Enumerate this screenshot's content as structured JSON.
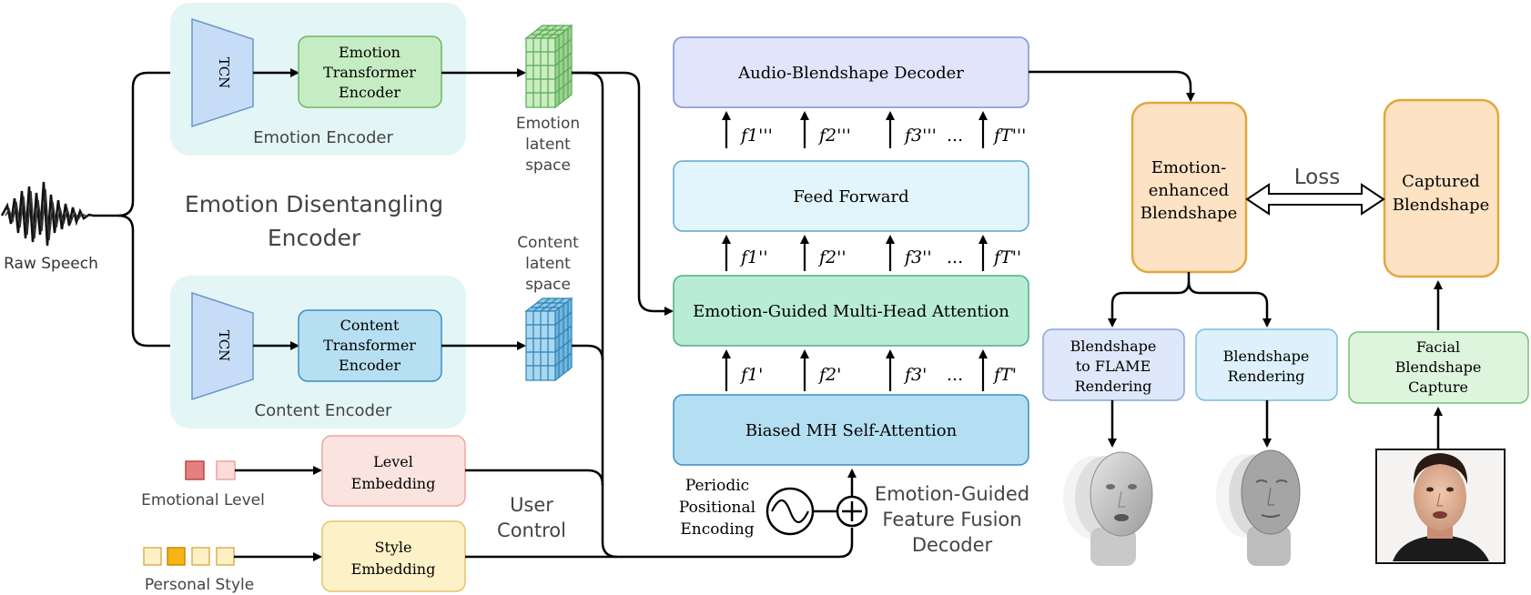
{
  "raw_speech": "Raw Speech",
  "emotion_encoder": {
    "tcn": "TCN",
    "transformer": [
      "Emotion",
      "Transformer",
      "Encoder"
    ],
    "title": "Emotion Encoder",
    "latent": [
      "Emotion",
      "latent",
      "space"
    ]
  },
  "content_encoder": {
    "tcn": "TCN",
    "transformer": [
      "Content",
      "Transformer",
      "Encoder"
    ],
    "title": "Content Encoder",
    "latent": [
      "Content",
      "latent",
      "space"
    ]
  },
  "disentangling_title": [
    "Emotion Disentangling",
    "Encoder"
  ],
  "level_embedding": [
    "Level",
    "Embedding"
  ],
  "style_embedding": [
    "Style",
    "Embedding"
  ],
  "emotional_level": "Emotional Level",
  "personal_style": "Personal Style",
  "user_control": [
    "User",
    "Control"
  ],
  "decoder": {
    "audio_blendshape": "Audio-Blendshape Decoder",
    "feed_forward": "Feed Forward",
    "emotion_guided_attention": "Emotion-Guided Multi-Head Attention",
    "biased_self_attention": "Biased MH Self-Attention",
    "periodic_encoding": [
      "Periodic",
      "Positional",
      "Encoding"
    ],
    "title": [
      "Emotion-Guided",
      "Feature Fusion",
      "Decoder"
    ],
    "features_row1": [
      "f1'''",
      "f2'''",
      "f3'''",
      "...",
      "fT'''"
    ],
    "features_row2": [
      "f1''",
      "f2''",
      "f3''",
      "...",
      "fT''"
    ],
    "features_row3": [
      "f1'",
      "f2'",
      "f3'",
      "...",
      "fT'"
    ]
  },
  "emotion_enhanced": [
    "Emotion-",
    "enhanced",
    "Blendshape"
  ],
  "captured_blendshape": [
    "Captured",
    "Blendshape"
  ],
  "loss": "Loss",
  "blendshape_to_flame": [
    "Blendshape",
    "to FLAME",
    "Rendering"
  ],
  "blendshape_rendering": [
    "Blendshape",
    "Rendering"
  ],
  "facial_capture": [
    "Facial",
    "Blendshape",
    "Capture"
  ],
  "colors": {
    "teal_bg": "#e3f6f5",
    "tcn_blue": "#c7dcf7",
    "green_box": "#c6ecc4",
    "content_box": "#b6dff2",
    "pink_box": "#fbe3e0",
    "yellow_box": "#fdf1c8",
    "decoder_top": "#e0e5fb",
    "feed_forward": "#e3f5fc",
    "attention": "#b9ecd5",
    "self_attention": "#b4dff2",
    "orange": "#fde2c4",
    "orange_border": "#e0a73c"
  }
}
